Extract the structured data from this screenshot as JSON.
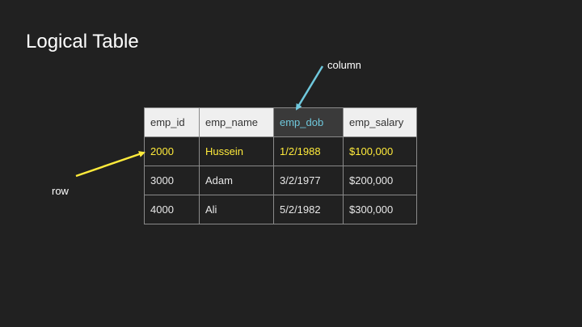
{
  "slide": {
    "title": "Logical Table",
    "annotations": {
      "column_label": "column",
      "row_label": "row"
    }
  },
  "table": {
    "headers": [
      "emp_id",
      "emp_name",
      "emp_dob",
      "emp_salary"
    ],
    "rows": [
      [
        "2000",
        "Hussein",
        "1/2/1988",
        "$100,000"
      ],
      [
        "3000",
        "Adam",
        "3/2/1977",
        "$200,000"
      ],
      [
        "4000",
        "Ali",
        "5/2/1982",
        "$300,000"
      ]
    ],
    "highlighted_column_index": 2,
    "highlighted_row_index": 0
  },
  "colors": {
    "background": "#212121",
    "column_highlight": "#6fc8dc",
    "row_highlight": "#ffeb3b"
  }
}
